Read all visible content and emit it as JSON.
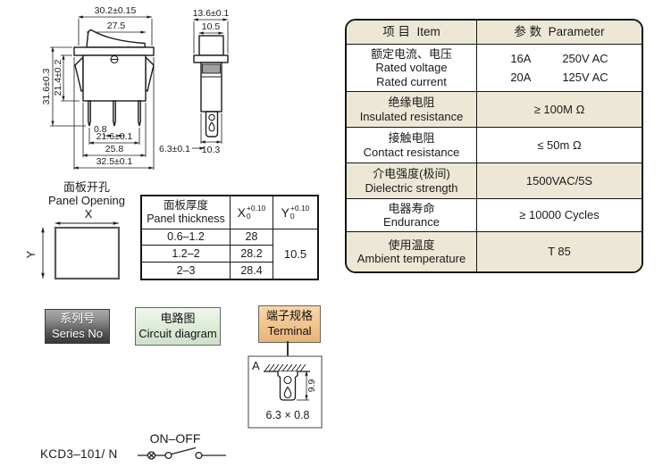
{
  "front_view": {
    "top_width": "30.2±0.15",
    "rocker_width": "27.5",
    "overall_height": "31.6±0.3",
    "panel_depth": "21.4±0.2",
    "pin_thickness": "0.8",
    "pin_span": "21.6±0.1",
    "body_width": "25.8",
    "flange_width": "32.5±0.1"
  },
  "side_view": {
    "flange_depth": "13.6±0.1",
    "rocker_depth": "10.5",
    "terminal_size": "6.3±0.1",
    "body_depth": "10.3"
  },
  "spec_table": {
    "header": {
      "item": "项 目  Item",
      "parameter": "参 数  Parameter"
    },
    "rows": [
      {
        "cn": "额定电流、电压",
        "en": "Rated voltage",
        "en2": "Rated current",
        "p1a": "16A",
        "p1b": "250V AC",
        "p2a": "20A",
        "p2b": "125V AC"
      },
      {
        "cn": "绝缘电阻",
        "en": "Insulated resistance",
        "param": "≥ 100M Ω"
      },
      {
        "cn": "接触电阻",
        "en": "Contact resistance",
        "param": "≤ 50m Ω"
      },
      {
        "cn": "介电强度(极间)",
        "en": "Dielectric strength",
        "param": "1500VAC/5S"
      },
      {
        "cn": "电器寿命",
        "en": "Endurance",
        "param": "≥ 10000 Cycles"
      },
      {
        "cn": "使用温度",
        "en": "Ambient temperature",
        "param": "T 85"
      }
    ]
  },
  "panel_opening": {
    "title_cn": "面板开孔",
    "title_en": "Panel Opening",
    "x_label": "X",
    "y_label": "Y"
  },
  "thickness_table": {
    "col1_cn": "面板厚度",
    "col1_en": "Panel thickness",
    "x_label": "X",
    "y_label": "Y",
    "tol_sup": "+0.10",
    "tol_sub": "0",
    "rows": [
      {
        "thickness": "0.6–1.2",
        "x": "28"
      },
      {
        "thickness": "1.2–2",
        "x": "28.2"
      },
      {
        "thickness": "2–3",
        "x": "28.4"
      }
    ],
    "y_value": "10.5"
  },
  "labels": {
    "series": {
      "cn": "系列号",
      "en": "Series No"
    },
    "circuit": {
      "cn": "电路图",
      "en": "Circuit diagram"
    },
    "terminal": {
      "cn": "端子规格",
      "en": "Terminal"
    }
  },
  "terminal_detail": {
    "marker": "A",
    "height": "9.9",
    "size": "6.3 × 0.8"
  },
  "footer": {
    "model": "KCD3–101/ N",
    "switch_mode": "ON–OFF"
  },
  "colors": {
    "table_cream": "#EDE8D6",
    "series_label_bg": "#6e6e6e",
    "circuit_label_bg": "#dcebd7",
    "terminal_label_bg": "#f0c48d"
  }
}
